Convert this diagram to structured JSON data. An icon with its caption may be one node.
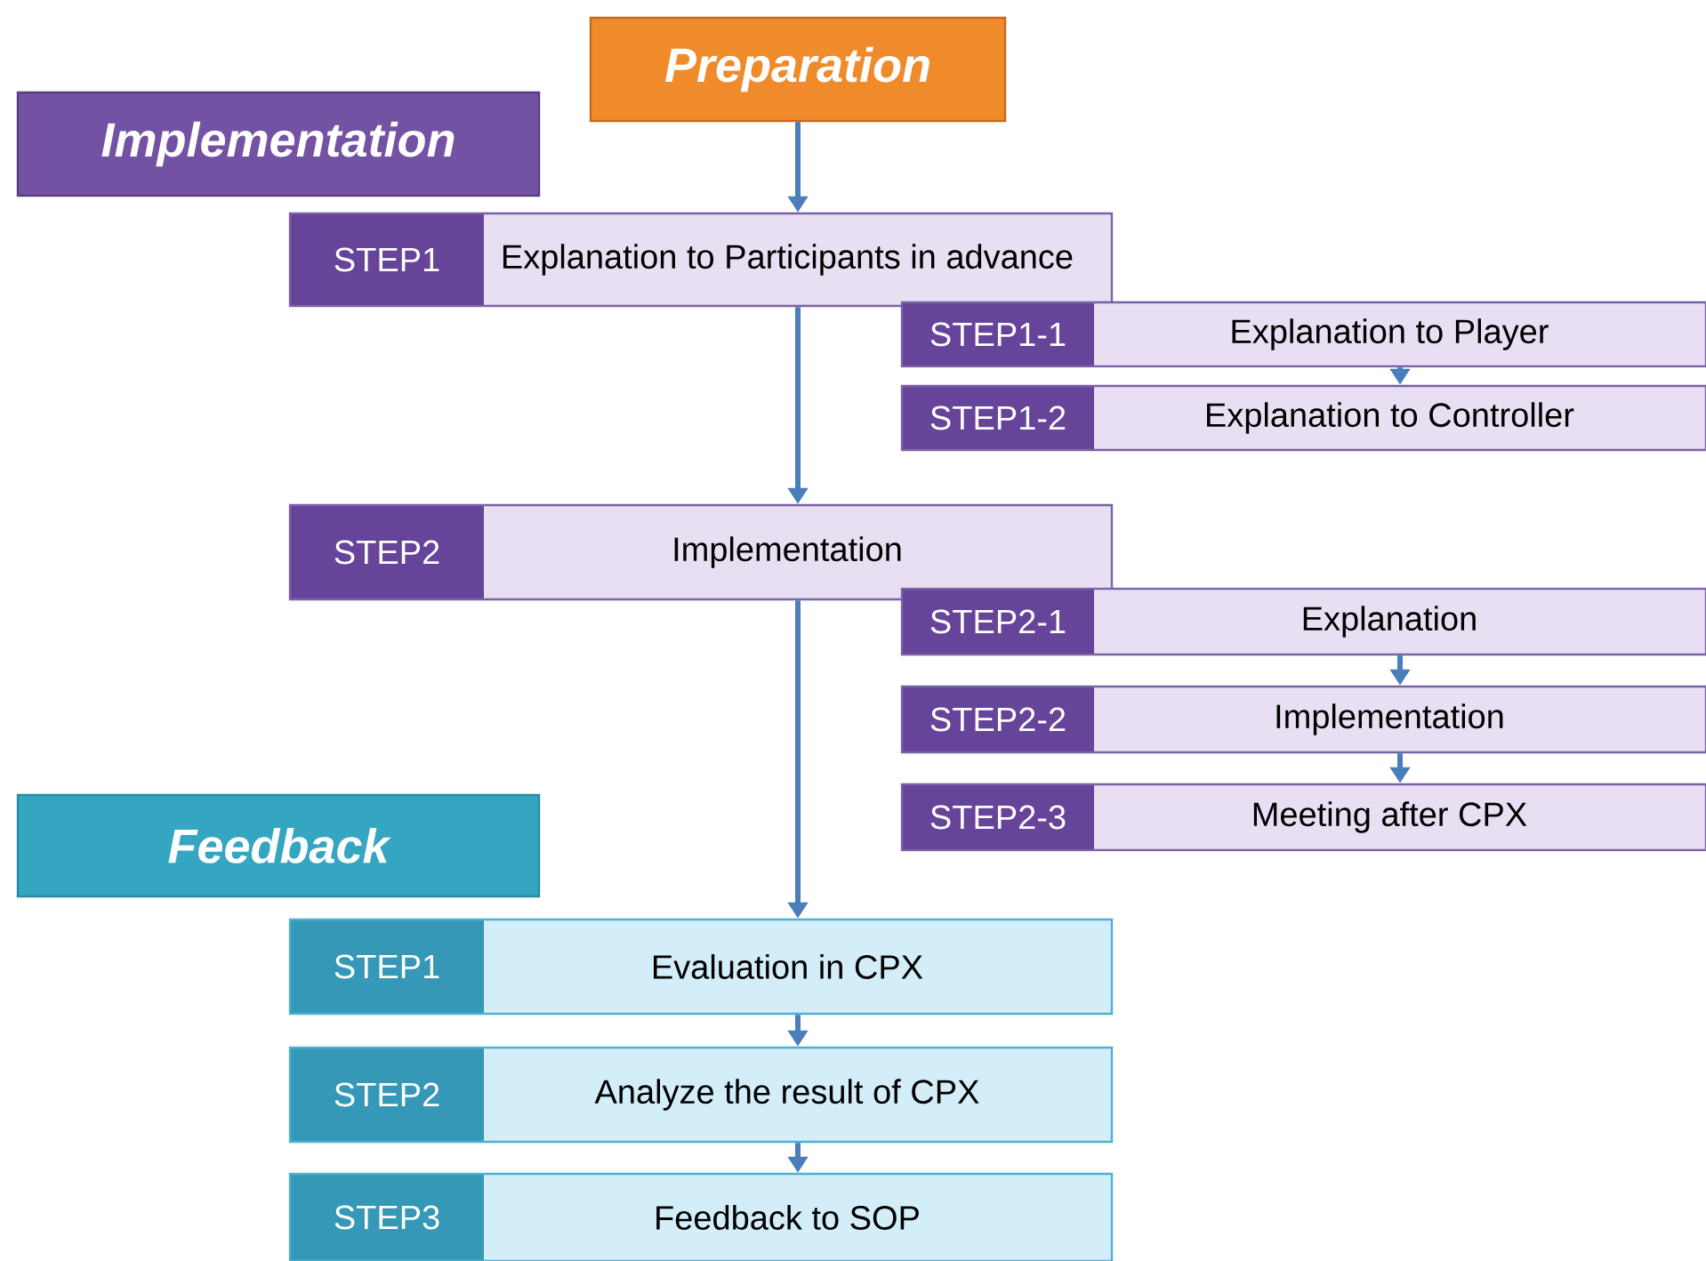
{
  "diagram": {
    "nodes": [
      {
        "text": [
          "Preparation"
        ]
      },
      {
        "text": [
          "Implementation"
        ]
      },
      {
        "text": [
          "STEP1",
          "Explanation to Participants in advance"
        ]
      },
      {
        "text": [
          "STEP1-1",
          "Explanation to Player"
        ]
      },
      {
        "text": [
          "STEP1-2",
          "Explanation to Controller"
        ]
      },
      {
        "text": [
          "STEP2",
          "Implementation"
        ]
      },
      {
        "text": [
          "STEP2-1",
          "Explanation"
        ]
      },
      {
        "text": [
          "STEP2-2",
          "Implementation"
        ]
      },
      {
        "text": [
          "STEP2-3",
          "Meeting after CPX"
        ]
      },
      {
        "text": [
          "Feedback"
        ]
      },
      {
        "text": [
          "STEP1",
          "Evaluation in CPX"
        ]
      },
      {
        "text": [
          "STEP2",
          "Analyze the result of CPX"
        ]
      },
      {
        "text": [
          "STEP3",
          "Feedback to SOP"
        ]
      }
    ],
    "edges": [
      {
        "from": 0,
        "to": 2,
        "arrow": "to"
      },
      {
        "from": 2,
        "to": 5,
        "arrow": "to"
      },
      {
        "from": 5,
        "to": 10,
        "arrow": "to"
      },
      {
        "from": 3,
        "to": 4,
        "arrow": "to"
      },
      {
        "from": 6,
        "to": 7,
        "arrow": "to"
      },
      {
        "from": 7,
        "to": 8,
        "arrow": "to"
      },
      {
        "from": 10,
        "to": 11,
        "arrow": "to"
      },
      {
        "from": 11,
        "to": 12,
        "arrow": "to"
      }
    ]
  }
}
